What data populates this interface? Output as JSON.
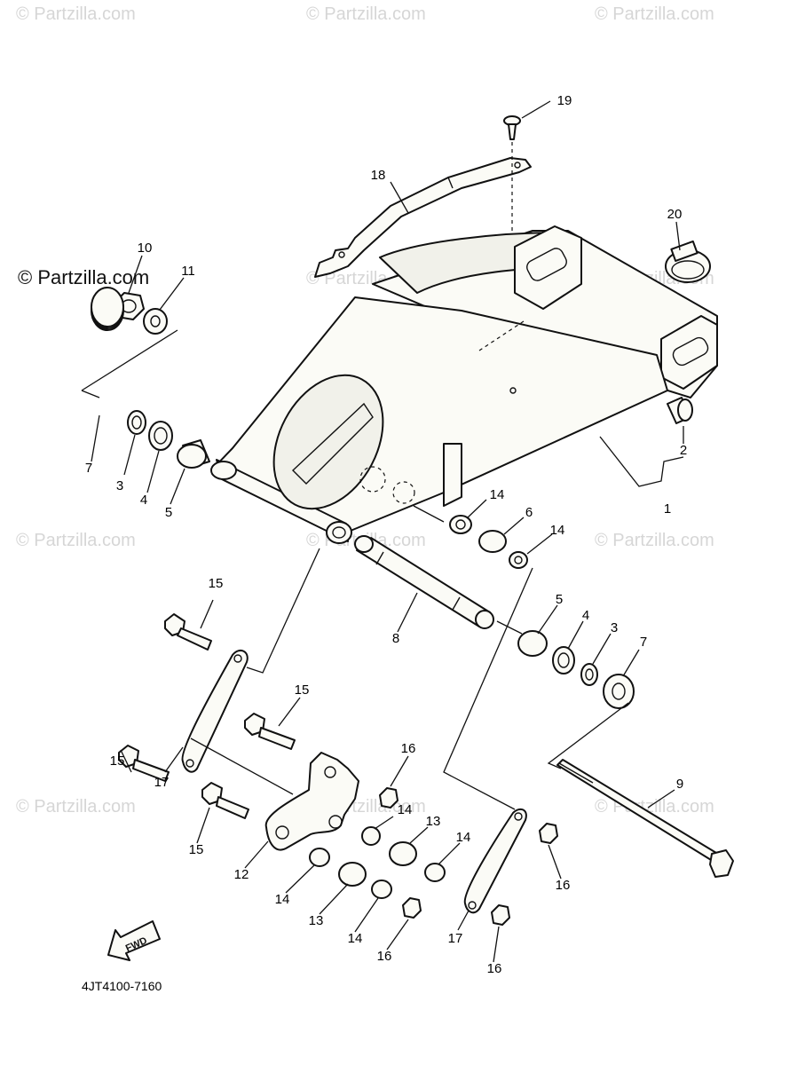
{
  "watermark": "© Partzilla.com",
  "watermark_dark": "© Partzilla.com",
  "diagram_code": "4JT4100-7160",
  "fwd_label": "FWD",
  "callouts": {
    "c1": "1",
    "c2": "2",
    "c3a": "3",
    "c3b": "3",
    "c4a": "4",
    "c4b": "4",
    "c5a": "5",
    "c5b": "5",
    "c6": "6",
    "c7a": "7",
    "c7b": "7",
    "c8": "8",
    "c9": "9",
    "c10": "10",
    "c11": "11",
    "c12": "12",
    "c13a": "13",
    "c13b": "13",
    "c14a": "14",
    "c14b": "14",
    "c14c": "14",
    "c14d": "14",
    "c14e": "14",
    "c14f": "14",
    "c15a": "15",
    "c15b": "15",
    "c15c": "15",
    "c15d": "15",
    "c16a": "16",
    "c16b": "16",
    "c16c": "16",
    "c16d": "16",
    "c17a": "17",
    "c17b": "17",
    "c18": "18",
    "c19": "19",
    "c20": "20"
  }
}
